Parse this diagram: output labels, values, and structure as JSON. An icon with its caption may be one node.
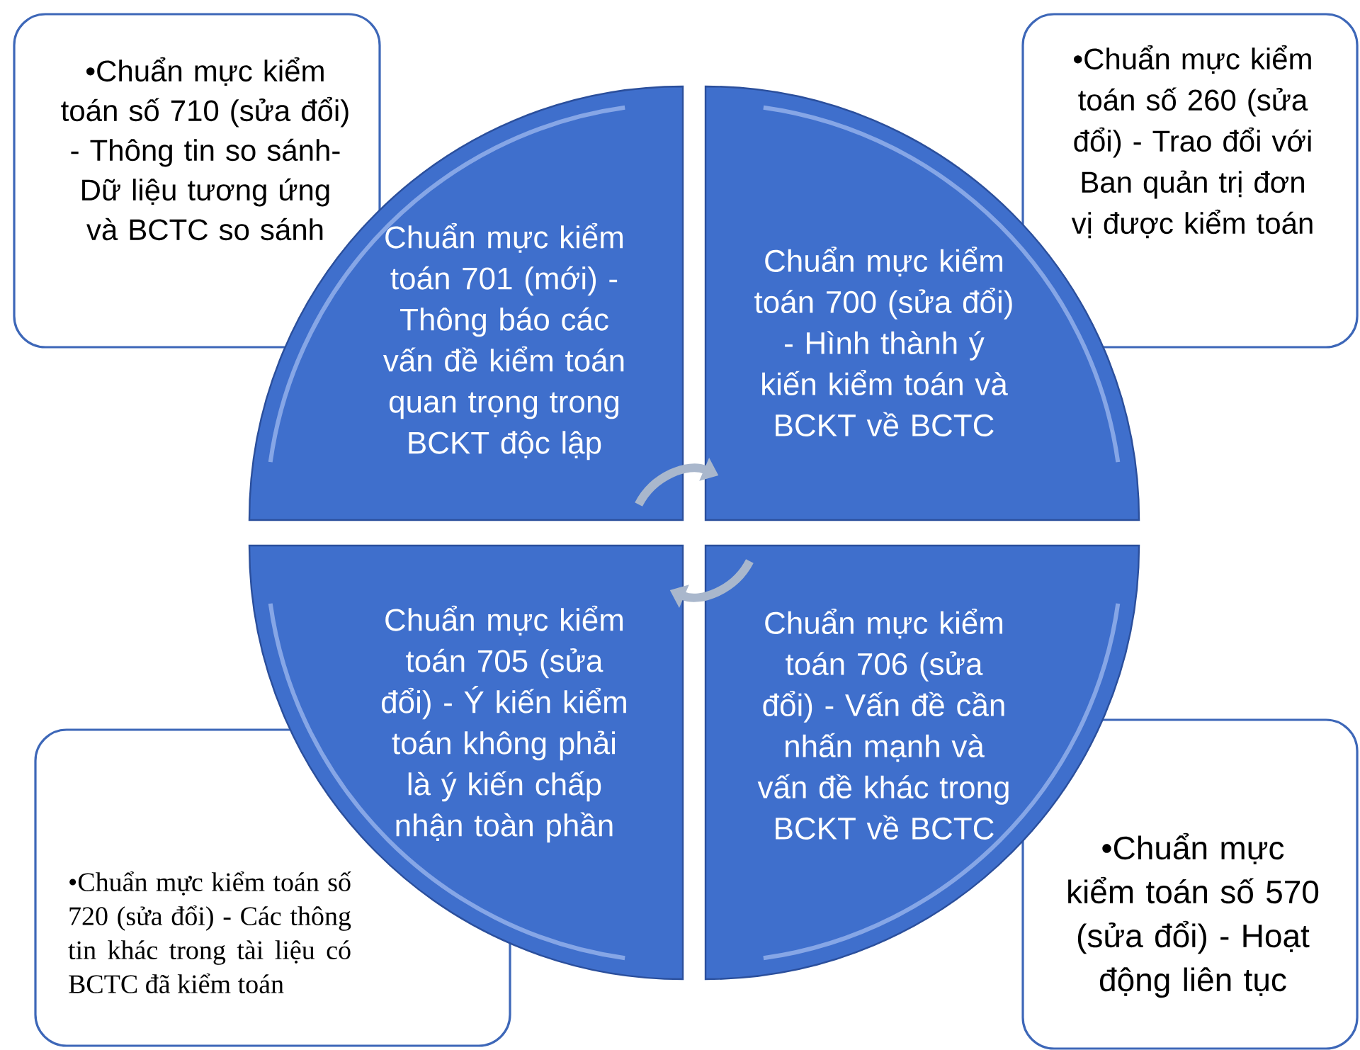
{
  "diagram": {
    "nodes": [
      {
        "text": [
          "•Chuẩn mực kiểm toán số 710 (sửa đổi) - Thông tin so sánh- Dữ liệu tương ứng và BCTC so sánh"
        ]
      },
      {
        "text": [
          "•Chuẩn mực kiểm toán số 260 (sửa đổi) - Trao đổi với Ban quản trị đơn vị được kiểm toán"
        ]
      },
      {
        "text": [
          "Chuẩn mực kiểm toán 701 (mới) - Thông báo các vấn đề kiểm toán quan trọng trong BCKT độc lập"
        ]
      },
      {
        "text": [
          "Chuẩn mực kiểm toán 700 (sửa đổi) - Hình thành ý kiến kiểm toán và BCKT về BCTC"
        ]
      },
      {
        "text": [
          "Chuẩn mực kiểm toán 705 (sửa đổi) - Ý kiến kiểm toán không phải là ý kiến chấp nhận toàn phần"
        ]
      },
      {
        "text": [
          "Chuẩn mực kiểm toán 706 (sửa đổi) - Vấn đề cần nhấn mạnh và vấn đề khác trong BCKT về BCTC"
        ]
      },
      {
        "text": [
          "•Chuẩn mực kiểm toán số 720 (sửa đổi) - Các thông tin khác trong tài liệu có BCTC đã kiểm toán"
        ]
      },
      {
        "text": [
          "•Chuẩn mực kiểm toán số 570 (sửa đổi) - Hoạt động liên tục"
        ]
      }
    ],
    "edges": [
      {
        "from": 2,
        "to": 3,
        "arrow": "to"
      },
      {
        "from": 5,
        "to": 4,
        "arrow": "to"
      }
    ]
  }
}
